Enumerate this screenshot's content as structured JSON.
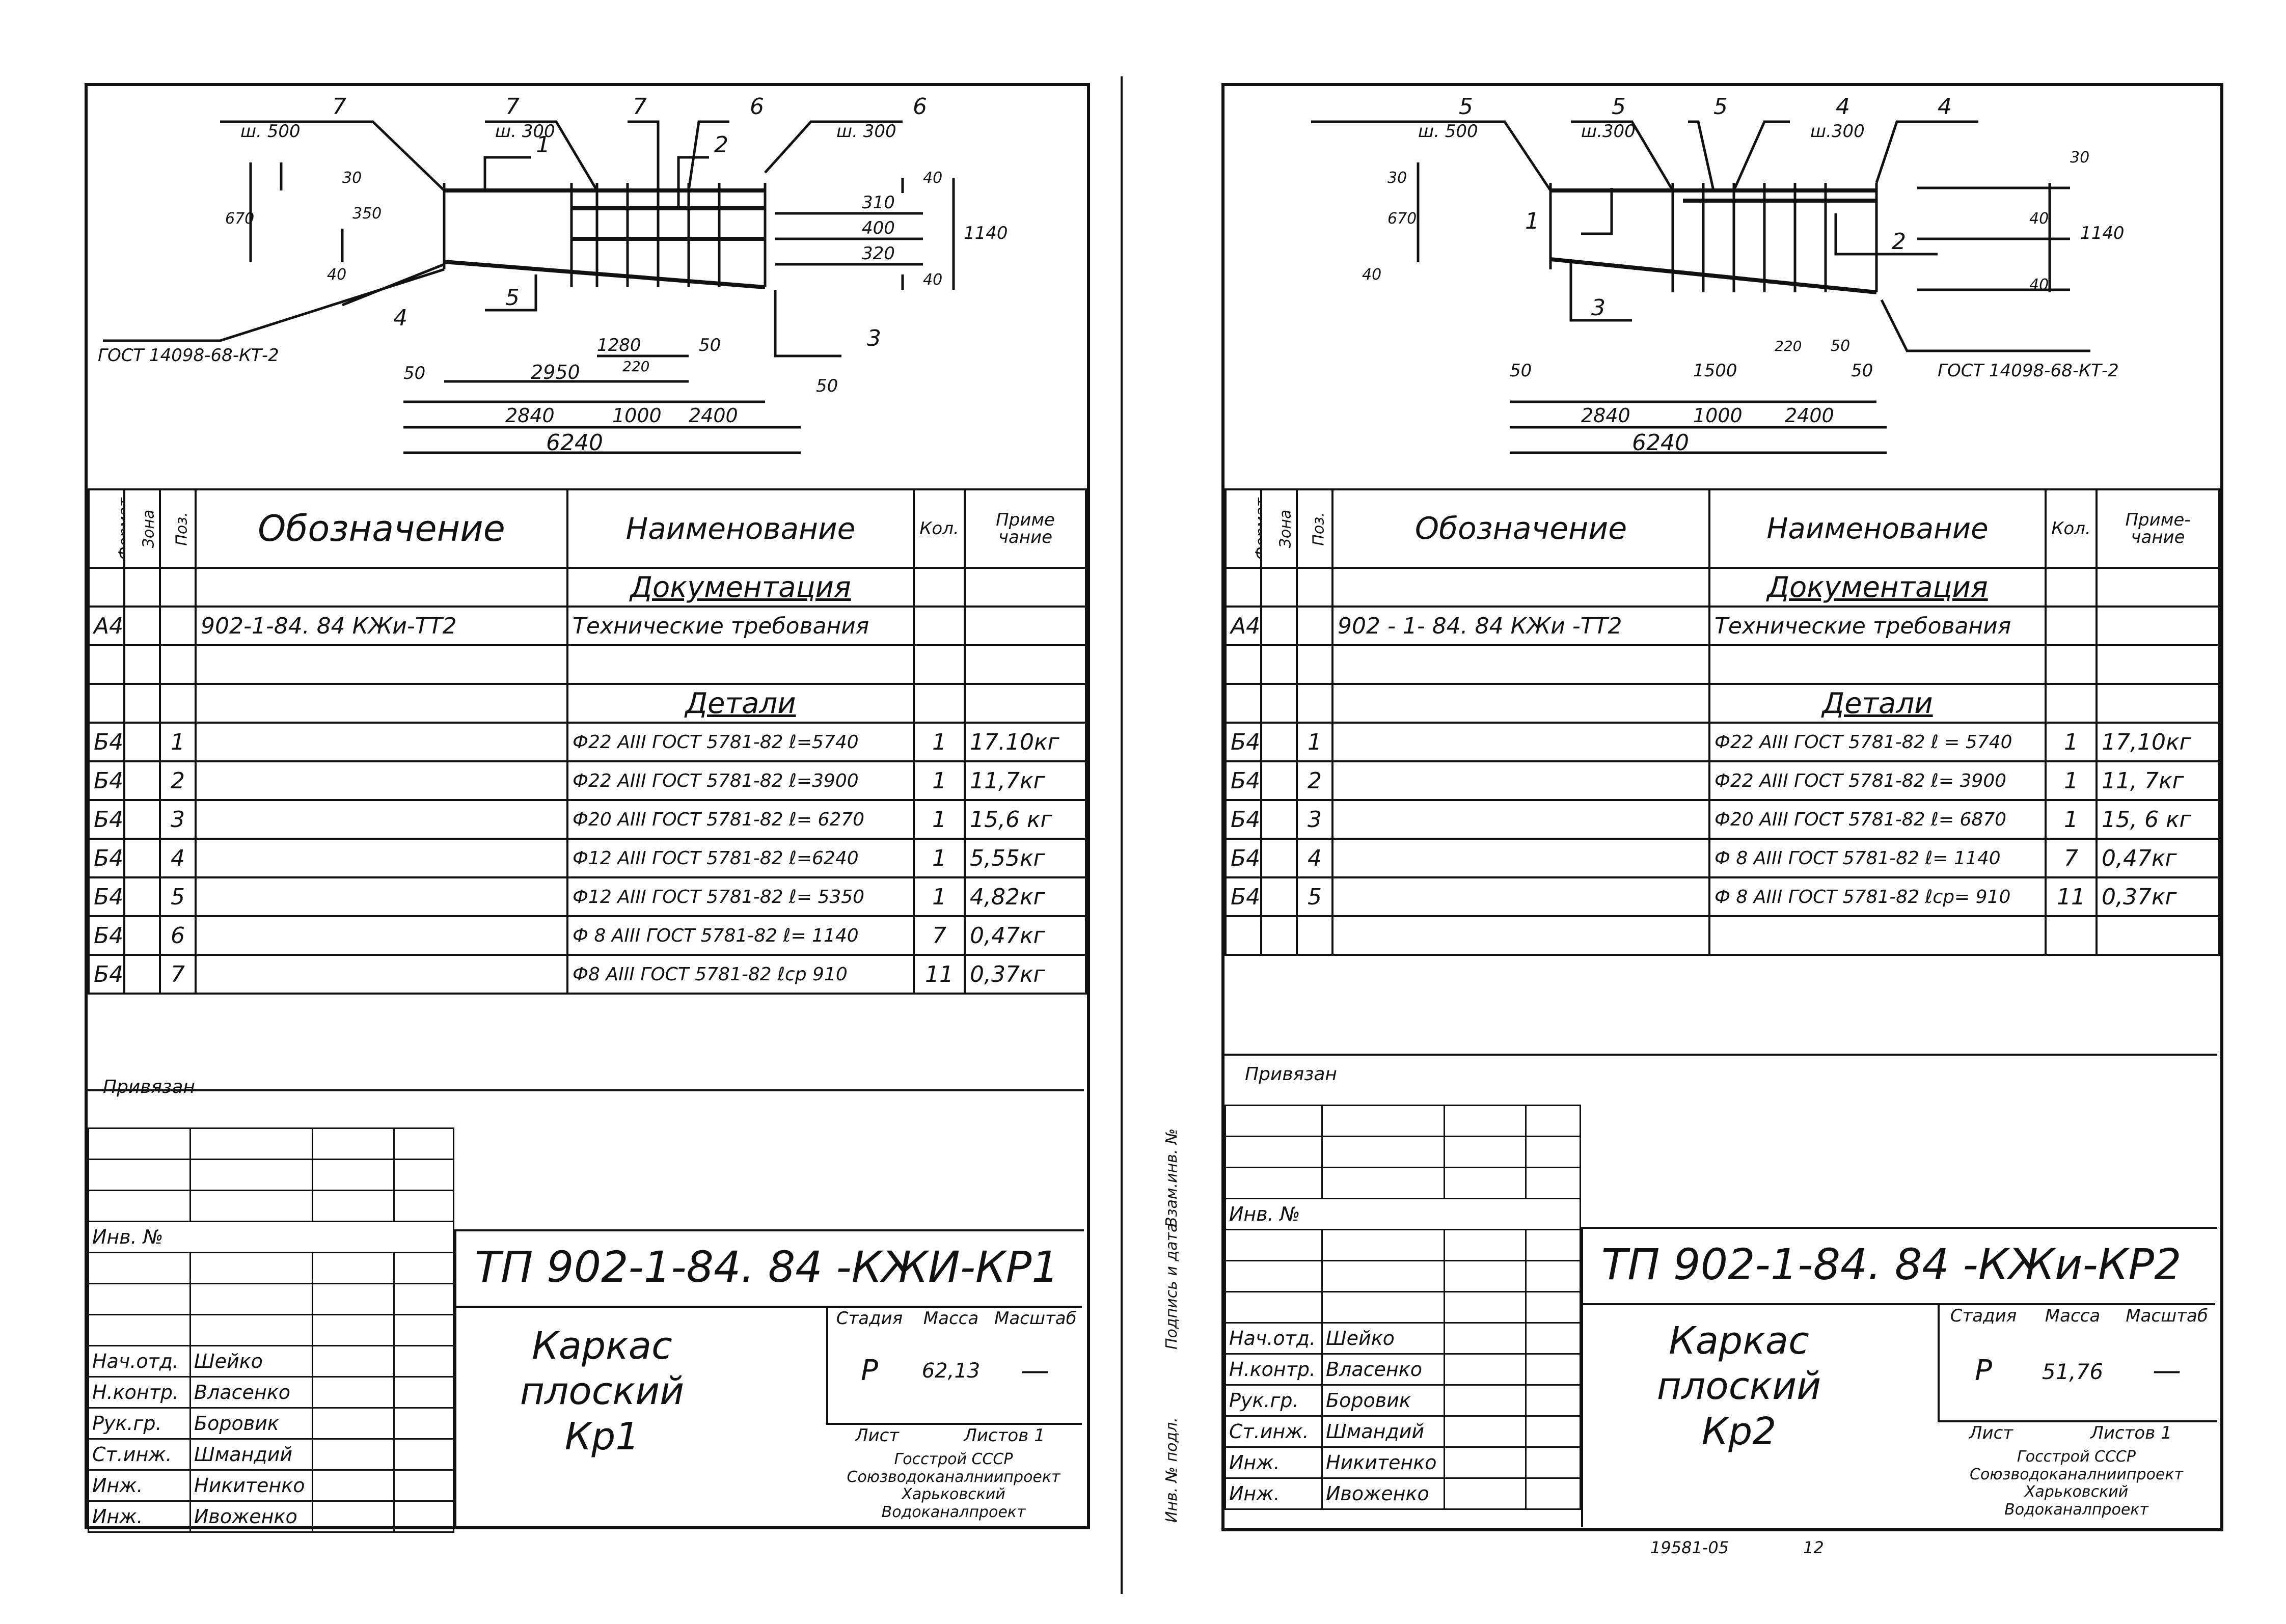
{
  "sheets": [
    {
      "drawing": {
        "leaders_top": [
          "7",
          "7",
          "7",
          "6",
          "6"
        ],
        "leader_subs": [
          "ш. 500",
          "ш. 300",
          "ш. 300"
        ],
        "positions": [
          "1",
          "2",
          "3",
          "4",
          "5"
        ],
        "gost_note": "ГОСТ 14098-68-КТ-2",
        "dims": [
          "30",
          "350",
          "670",
          "40",
          "40",
          "310",
          "400",
          "320",
          "1140",
          "40",
          "1280",
          "50",
          "220",
          "2950",
          "50",
          "50",
          "2840",
          "1000",
          "2400",
          "6240"
        ]
      },
      "spec": {
        "headers": {
          "format": "Формат",
          "zone": "Зона",
          "pos": "Поз.",
          "designation": "Обозначение",
          "name": "Наименование",
          "qty": "Кол.",
          "note": "Приме чание"
        },
        "section_docs": "Документация",
        "doc_row": {
          "format": "А4",
          "designation": "902-1-84. 84   КЖи-ТТ2",
          "name": "Технические требования"
        },
        "section_parts": "Детали",
        "rows": [
          {
            "format": "Б4",
            "pos": "1",
            "name": "Ф22 АIII ГОСТ 5781-82 ℓ=5740",
            "qty": "1",
            "note": "17.10кг"
          },
          {
            "format": "Б4",
            "pos": "2",
            "name": "Ф22 АIII ГОСТ 5781-82 ℓ=3900",
            "qty": "1",
            "note": "11,7кг"
          },
          {
            "format": "Б4",
            "pos": "3",
            "name": "Ф20 АIII ГОСТ 5781-82 ℓ= 6270",
            "qty": "1",
            "note": "15,6 кг"
          },
          {
            "format": "Б4",
            "pos": "4",
            "name": "Ф12 АIII ГОСТ 5781-82 ℓ=6240",
            "qty": "1",
            "note": "5,55кг"
          },
          {
            "format": "Б4",
            "pos": "5",
            "name": "Ф12 АIII ГОСТ 5781-82 ℓ= 5350",
            "qty": "1",
            "note": "4,82кг"
          },
          {
            "format": "Б4",
            "pos": "6",
            "name": "Ф 8 АIII ГОСТ 5781-82 ℓ= 1140",
            "qty": "7",
            "note": "0,47кг"
          },
          {
            "format": "Б4",
            "pos": "7",
            "name": "Ф8 АIII ГОСТ 5781-82 ℓср 910",
            "qty": "11",
            "note": "0,37кг"
          }
        ]
      },
      "stamp": {
        "linked": "Привязан",
        "inv": "Инв. №",
        "code": "ТП 902-1-84. 84 -КЖИ-КР1",
        "title_line1": "Каркас плоский",
        "title_line2": "Кр1",
        "stage_label": "Стадия",
        "mass_label": "Масса",
        "scale_label": "Масштаб",
        "stage": "Р",
        "mass": "62,13",
        "scale": "—",
        "sheet_label": "Лист",
        "sheets_label": "Листов 1",
        "org": [
          "Госстрой СССР",
          "Союзводоканалниипроект",
          "Харьковский",
          "Водоканалпроект"
        ],
        "staff": [
          {
            "role": "Нач.отд.",
            "name": "Шейко"
          },
          {
            "role": "Н.контр.",
            "name": "Власенко"
          },
          {
            "role": "Рук.гр.",
            "name": "Боровик"
          },
          {
            "role": "Ст.инж.",
            "name": "Шмандий"
          },
          {
            "role": "Инж.",
            "name": "Никитенко"
          },
          {
            "role": "Инж.",
            "name": "Ивоженко"
          }
        ]
      }
    },
    {
      "drawing": {
        "leaders_top": [
          "5",
          "5",
          "5",
          "4",
          "4"
        ],
        "leader_subs": [
          "ш. 500",
          "ш.300",
          "ш.300"
        ],
        "positions": [
          "1",
          "2",
          "3"
        ],
        "gost_note": "ГОСТ 14098-68-КТ-2",
        "dims": [
          "30",
          "670",
          "40",
          "30",
          "40",
          "1140",
          "40",
          "220",
          "50",
          "1500",
          "50",
          "50",
          "2840",
          "1000",
          "2400",
          "6240"
        ]
      },
      "spec": {
        "headers": {
          "format": "Формат",
          "zone": "Зона",
          "pos": "Поз.",
          "designation": "Обозначение",
          "name": "Наименование",
          "qty": "Кол.",
          "note": "Приме- чание"
        },
        "section_docs": "Документация",
        "doc_row": {
          "format": "А4",
          "designation": "902 - 1- 84. 84   КЖи -ТТ2",
          "name": "Технические требования"
        },
        "section_parts": "Детали",
        "rows": [
          {
            "format": "Б4",
            "pos": "1",
            "name": "Ф22 АIII ГОСТ 5781-82 ℓ = 5740",
            "qty": "1",
            "note": "17,10кг"
          },
          {
            "format": "Б4",
            "pos": "2",
            "name": "Ф22 АIII ГОСТ 5781-82 ℓ= 3900",
            "qty": "1",
            "note": "11, 7кг"
          },
          {
            "format": "Б4",
            "pos": "3",
            "name": "Ф20 АIII ГОСТ 5781-82 ℓ= 6870",
            "qty": "1",
            "note": "15, 6 кг"
          },
          {
            "format": "Б4",
            "pos": "4",
            "name": "Ф 8 АIII ГОСТ 5781-82 ℓ= 1140",
            "qty": "7",
            "note": "0,47кг"
          },
          {
            "format": "Б4",
            "pos": "5",
            "name": "Ф 8 АIII ГОСТ 5781-82 ℓср= 910",
            "qty": "11",
            "note": "0,37кг"
          }
        ]
      },
      "stamp": {
        "linked": "Привязан",
        "inv": "Инв. №",
        "code": "ТП 902-1-84. 84 -КЖи-КР2",
        "title_line1": "Каркас плоский",
        "title_line2": "Кр2",
        "stage_label": "Стадия",
        "mass_label": "Масса",
        "scale_label": "Масштаб",
        "stage": "Р",
        "mass": "51,76",
        "scale": "—",
        "sheet_label": "Лист",
        "sheets_label": "Листов 1",
        "org": [
          "Госстрой СССР",
          "Союзводоканалниипроект",
          "Харьковский",
          "Водоканалпроект"
        ],
        "staff": [
          {
            "role": "Нач.отд.",
            "name": "Шейко"
          },
          {
            "role": "Н.контр.",
            "name": "Власенко"
          },
          {
            "role": "Рук.гр.",
            "name": "Боровик"
          },
          {
            "role": "Ст.инж.",
            "name": "Шмандий"
          },
          {
            "role": "Инж.",
            "name": "Никитенко"
          },
          {
            "role": "Инж.",
            "name": "Ивоженко"
          }
        ]
      }
    }
  ],
  "side_labels": [
    "Инв. № подл.",
    "Подпись и дата",
    "Взам.инв. №"
  ],
  "footer": {
    "number": "19581-05",
    "page": "12"
  }
}
